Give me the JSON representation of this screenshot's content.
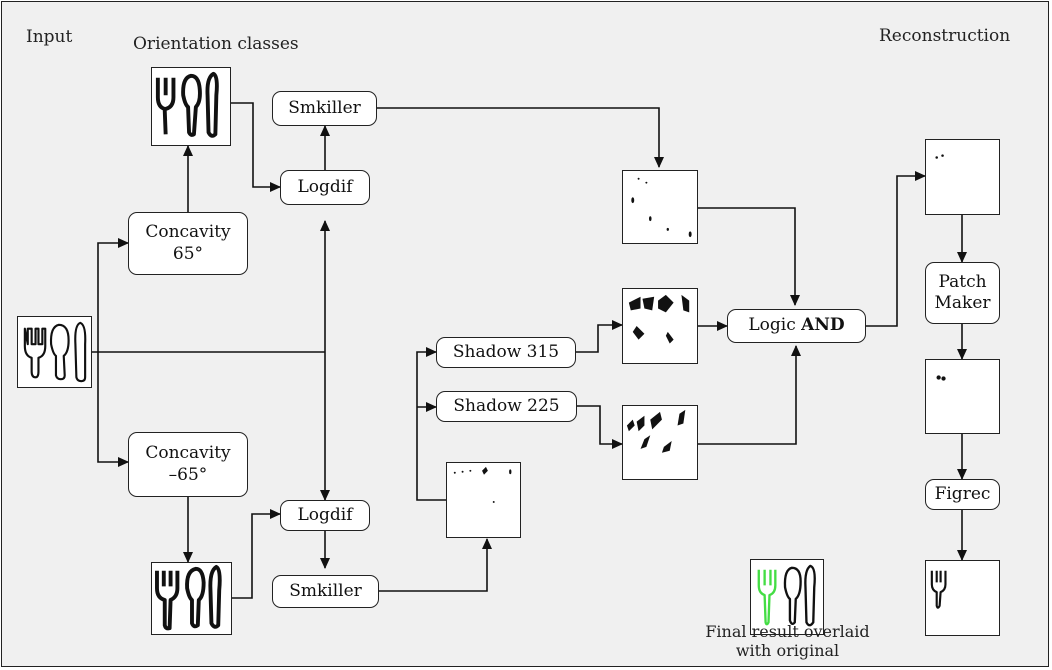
{
  "labels": {
    "input": "Input",
    "orientation": "Orientation  classes",
    "reconstruction": "Reconstruction"
  },
  "boxes": {
    "concavity_pos_line1": "Concavity",
    "concavity_pos_line2": "65°",
    "concavity_neg_line1": "Concavity",
    "concavity_neg_line2": "–65°",
    "smkiller_top": "Smkiller",
    "logdif_top": "Logdif",
    "logdif_bottom": "Logdif",
    "smkiller_bottom": "Smkiller",
    "shadow_315": "Shadow 315",
    "shadow_225": "Shadow 225",
    "logic_and_prefix": "Logic ",
    "logic_and_bold": "AND",
    "patch_maker_line1": "Patch",
    "patch_maker_line2": "Maker",
    "figrec": "Figrec"
  },
  "caption": {
    "line1": "Final result overlaid",
    "line2": "with original"
  },
  "colors": {
    "frame_bg": "#f0f0f0",
    "ink": "#111111",
    "highlight": "#44dd44"
  }
}
